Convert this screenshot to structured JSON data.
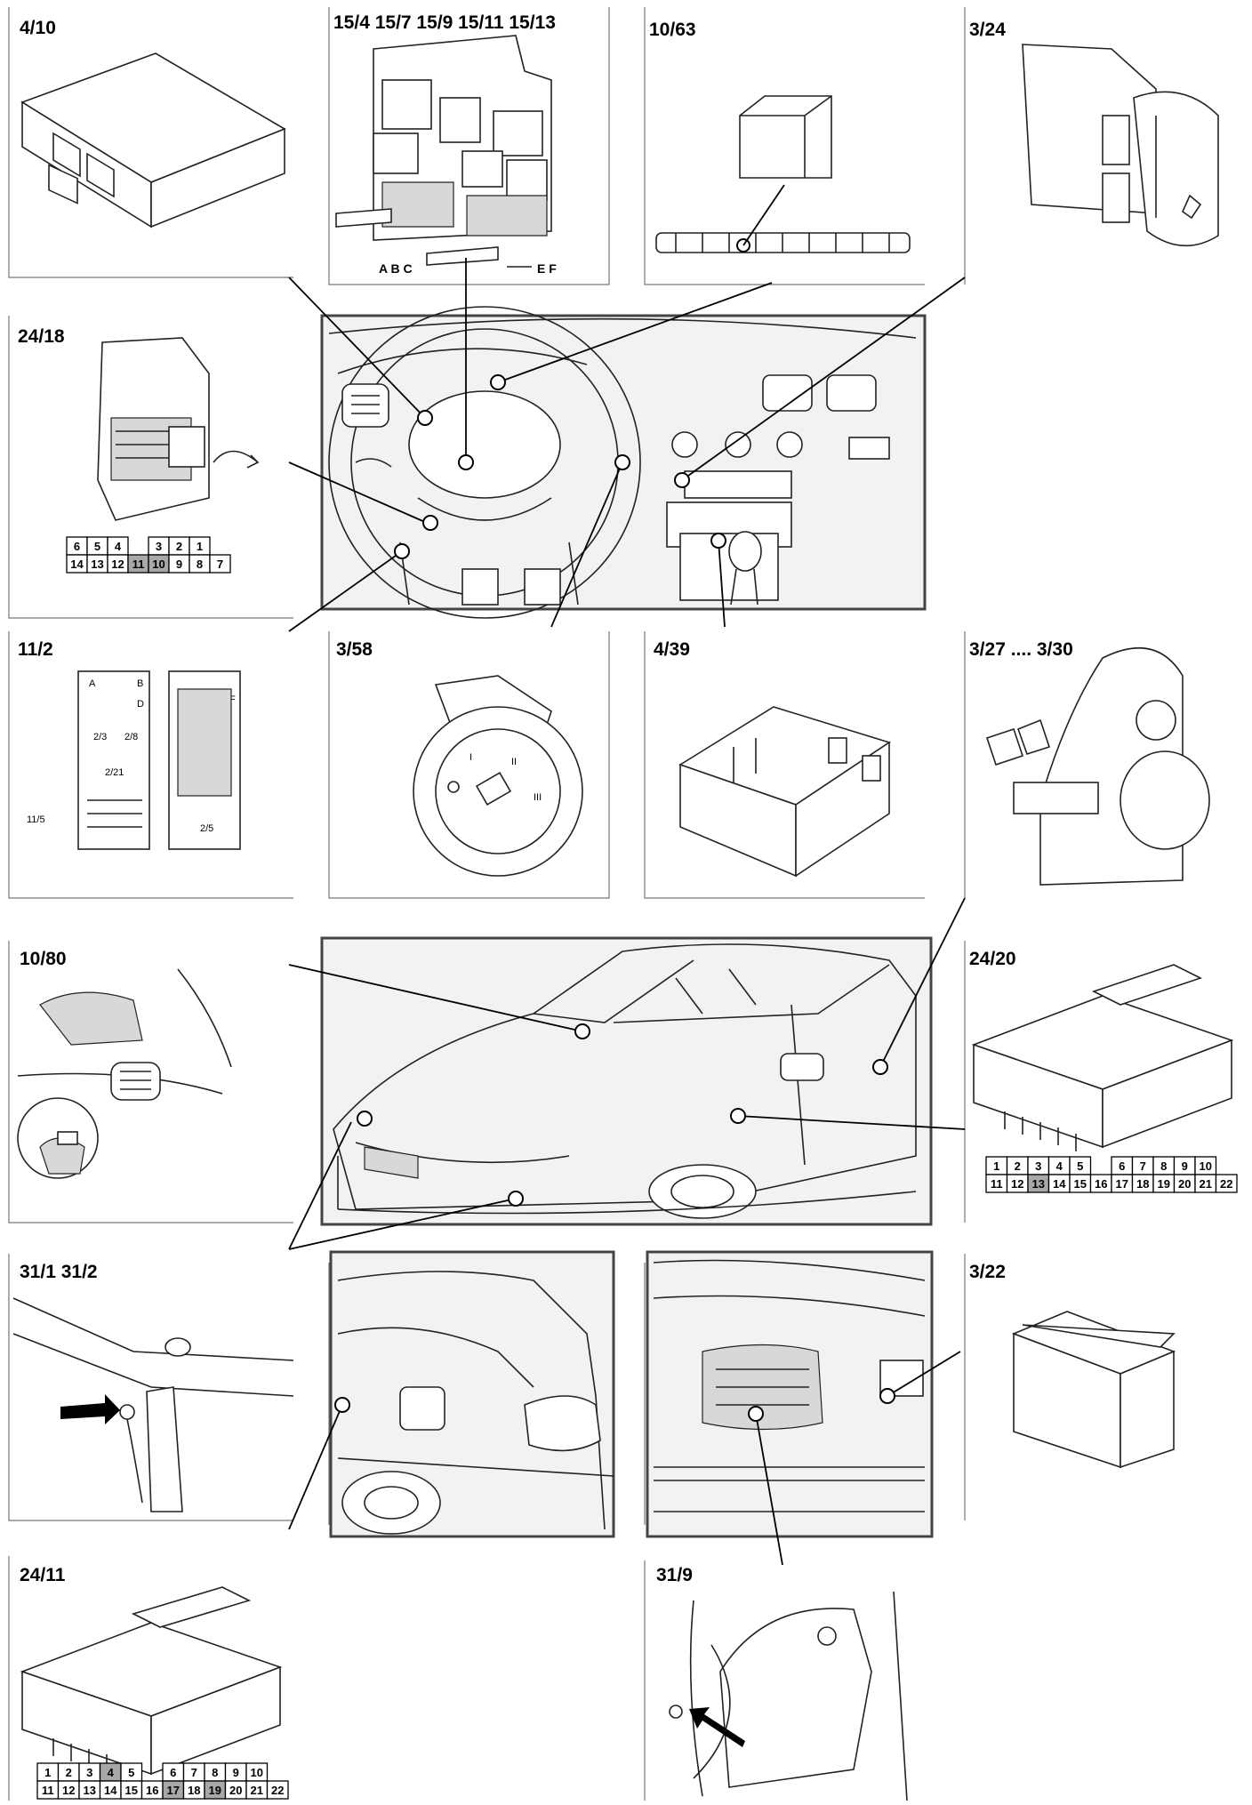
{
  "panels": {
    "p4_10": "4/10",
    "p15": "15/4 15/7 15/9 15/11 15/13",
    "p15_abc": "A B C",
    "p15_ef": "E F",
    "p10_63": "10/63",
    "p3_24": "3/24",
    "p24_18": "24/18",
    "p11_2": "11/2",
    "p11_2_sub": [
      "A",
      "B",
      "D",
      "F",
      "2/3",
      "2/8",
      "2/21",
      "2/5",
      "11/5"
    ],
    "p3_58": "3/58",
    "p3_58_marks": [
      "I",
      "II",
      "III"
    ],
    "p4_39": "4/39",
    "p3_27": "3/27 .... 3/30",
    "p10_80": "10/80",
    "p24_20": "24/20",
    "p31": "31/1 31/2",
    "p3_22": "3/22",
    "p24_11": "24/11",
    "p31_9": "31/9"
  },
  "grids": {
    "g24_18": {
      "top": [
        "6",
        "5",
        "4",
        "",
        "3",
        "2",
        "1"
      ],
      "bottom": [
        "14",
        "13",
        "12",
        "11",
        "10",
        "9",
        "8",
        "7"
      ],
      "shaded_bottom": [
        "11",
        "10"
      ]
    },
    "g24_20": {
      "top": [
        "1",
        "2",
        "3",
        "4",
        "5",
        "",
        "6",
        "7",
        "8",
        "9",
        "10"
      ],
      "bottom": [
        "11",
        "12",
        "13",
        "14",
        "15",
        "16",
        "17",
        "18",
        "19",
        "20",
        "21",
        "22"
      ],
      "shaded_bottom": [
        "13"
      ]
    },
    "g24_11": {
      "top": [
        "1",
        "2",
        "3",
        "4",
        "5",
        "",
        "6",
        "7",
        "8",
        "9",
        "10"
      ],
      "bottom": [
        "11",
        "12",
        "13",
        "14",
        "15",
        "16",
        "17",
        "18",
        "19",
        "20",
        "21",
        "22"
      ],
      "shaded_top": [
        "4"
      ],
      "shaded_bottom": [
        "17",
        "19"
      ]
    }
  },
  "colors": {
    "line": "#000000",
    "shade": "#a8a8a8",
    "photo_border": "#444444"
  }
}
